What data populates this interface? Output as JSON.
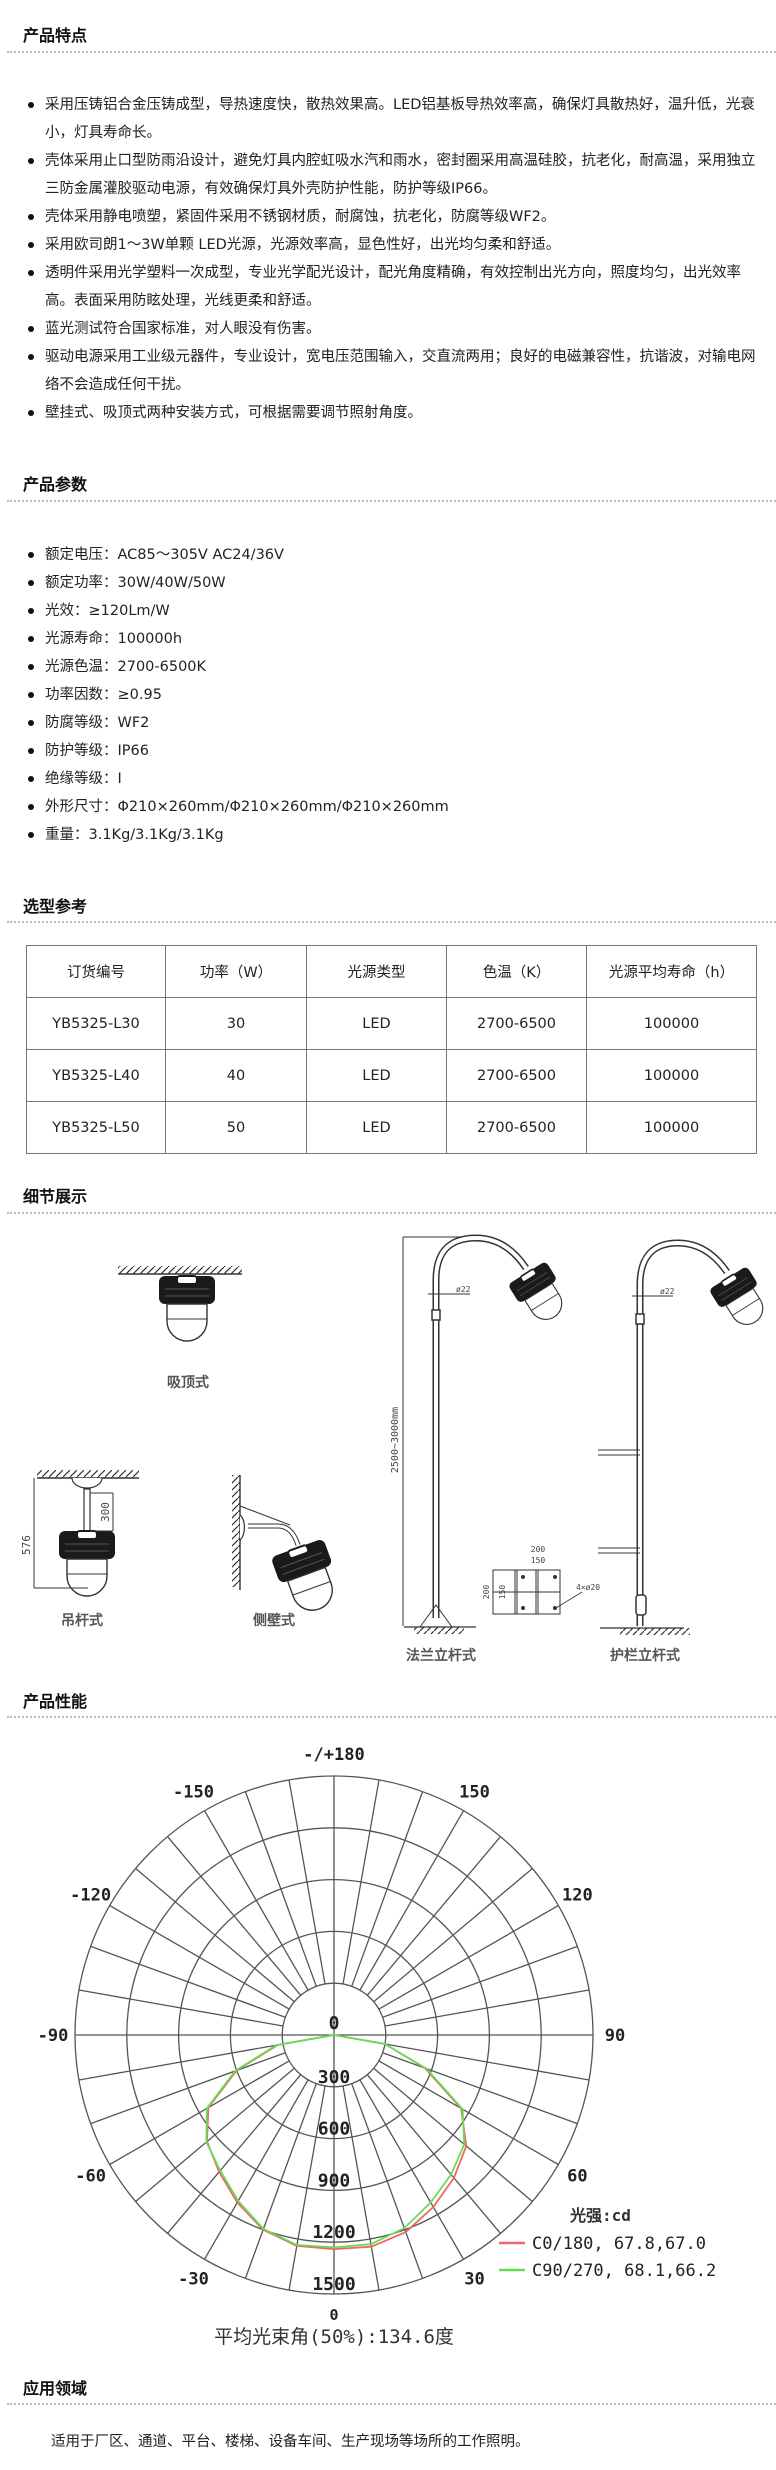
{
  "sections": {
    "features": {
      "title": "产品特点",
      "items": [
        "采用压铸铝合金压铸成型，导热速度快，散热效果高。LED铝基板导热效率高，确保灯具散热好，温升低，光衰小，灯具寿命长。",
        "壳体采用止口型防雨沿设计，避免灯具内腔虹吸水汽和雨水，密封圈采用高温硅胶，抗老化，耐高温，采用独立三防金属灌胶驱动电源，有效确保灯具外壳防护性能，防护等级IP66。",
        "壳体采用静电喷塑，紧固件采用不锈钢材质，耐腐蚀，抗老化，防腐等级WF2。",
        "采用欧司朗1～3W单颗 LED光源，光源效率高，显色性好，出光均匀柔和舒适。",
        "透明件采用光学塑料一次成型，专业光学配光设计，配光角度精确，有效控制出光方向，照度均匀，出光效率高。表面采用防眩处理，光线更柔和舒适。",
        "蓝光测试符合国家标准，对人眼没有伤害。",
        "驱动电源采用工业级元器件，专业设计，宽电压范围输入，交直流两用；良好的电磁兼容性，抗谐波，对输电网络不会造成任何干扰。",
        "壁挂式、吸顶式两种安装方式，可根据需要调节照射角度。"
      ]
    },
    "params": {
      "title": "产品参数",
      "items": [
        "额定电压：AC85～305V AC24/36V",
        "额定功率：30W/40W/50W",
        "光效：≥120Lm/W",
        "光源寿命：100000h",
        "光源色温：2700-6500K",
        "功率因数：≥0.95",
        "防腐等级：WF2",
        "防护等级：IP66",
        "绝缘等级：I",
        "外形尺寸：Φ210×260mm/Φ210×260mm/Φ210×260mm",
        "重量：3.1Kg/3.1Kg/3.1Kg"
      ]
    },
    "selection": {
      "title": "选型参考",
      "headers": [
        "订货编号",
        "功率（W）",
        "光源类型",
        "色温（K）",
        "光源平均寿命（h）"
      ],
      "rows": [
        [
          "YB5325-L30",
          "30",
          "LED",
          "2700-6500",
          "100000"
        ],
        [
          "YB5325-L40",
          "40",
          "LED",
          "2700-6500",
          "100000"
        ],
        [
          "YB5325-L50",
          "50",
          "LED",
          "2700-6500",
          "100000"
        ]
      ]
    },
    "details": {
      "title": "细节展示",
      "labels": {
        "ceiling": "吸顶式",
        "pendant": "吊杆式",
        "wall": "侧壁式",
        "flange_pole": "法兰立杆式",
        "guardrail_pole": "护栏立杆式"
      },
      "dims": {
        "pendant_total": "576",
        "pendant_rod": "300",
        "pole_height": "2500~3000mm",
        "pipe_dia": "ø22",
        "pipe_dia2": "ø22",
        "plate_outer_w": "200",
        "plate_inner_w": "150",
        "plate_outer_h": "200",
        "plate_inner_h": "150",
        "holes": "4×ø20"
      }
    },
    "performance": {
      "title": "产品性能"
    },
    "application": {
      "title": "应用领域",
      "text": "适用于厂区、通道、平台、楼梯、设备车间、生产现场等场所的工作照明。"
    }
  },
  "chart_data": {
    "type": "polar",
    "title": "",
    "unit_label": "光强:cd",
    "radial_ticks": [
      "0",
      "300",
      "600",
      "900",
      "1200",
      "1500"
    ],
    "radial_values": [
      0,
      300,
      600,
      900,
      1200,
      1500
    ],
    "rlim": [
      0,
      1500
    ],
    "angle_labels": [
      "-/+180",
      "-150",
      "150",
      "-120",
      "120",
      "-90",
      "90",
      "-60",
      "60",
      "-30",
      "30",
      "0"
    ],
    "angle_label_values": [
      180,
      -150,
      150,
      -120,
      120,
      -90,
      90,
      -60,
      60,
      -30,
      30,
      0
    ],
    "angle_grid_step": 10,
    "grid": true,
    "legend_position": "bottom-right",
    "angles": [
      -90,
      -80,
      -70,
      -60,
      -50,
      -40,
      -30,
      -20,
      -10,
      0,
      10,
      20,
      30,
      40,
      50,
      60,
      70,
      80,
      90
    ],
    "series": [
      {
        "name": "C0/180, 67.8,67.0",
        "color": "#ee6666",
        "values": [
          0,
          330,
          600,
          840,
          960,
          1035,
          1120,
          1200,
          1240,
          1240,
          1245,
          1215,
          1150,
          1080,
          1000,
          850,
          560,
          300,
          0
        ]
      },
      {
        "name": "C90/270, 68.1,66.2",
        "color": "#66dd55",
        "values": [
          0,
          340,
          610,
          850,
          965,
          1025,
          1110,
          1195,
          1235,
          1230,
          1230,
          1190,
          1120,
          1055,
          985,
          860,
          570,
          300,
          0
        ]
      }
    ],
    "caption": "平均光束角(50%):134.6度"
  }
}
